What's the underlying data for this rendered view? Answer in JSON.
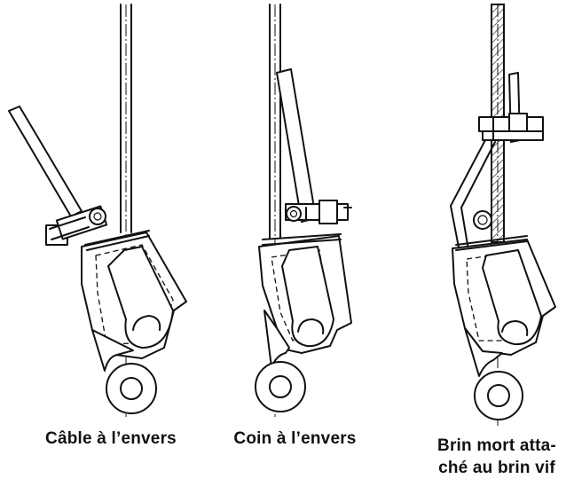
{
  "figures": [
    {
      "id": "cable-reversed",
      "caption": "Câble à l’envers"
    },
    {
      "id": "wedge-reversed",
      "caption": "Coin à l’envers"
    },
    {
      "id": "dead-end-attached",
      "caption_line1": "Brin mort atta-",
      "caption_line2": "ché au brin vif"
    }
  ],
  "colors": {
    "ink": "#111111",
    "background": "#ffffff"
  }
}
